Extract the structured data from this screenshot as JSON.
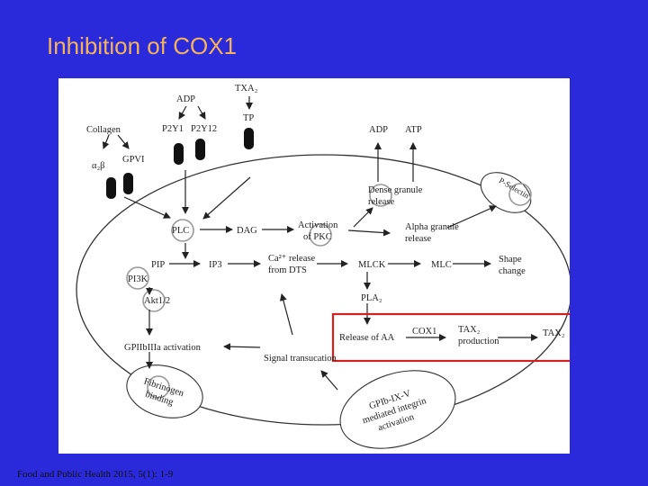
{
  "slide": {
    "title": "Inhibition of COX1",
    "citation": "Food and Public Health 2015, 5(1): 1-9"
  },
  "diagram": {
    "nodes": {
      "adp_top": "ADP",
      "txa2": "TXA₂",
      "collagen": "Collagen",
      "p2y1": "P2Y1",
      "p2y12": "P2Y12",
      "tp": "TP",
      "a2b": "α₂β",
      "gpvi": "GPVI",
      "adp_right": "ADP",
      "atp": "ATP",
      "dense_granule_1": "Dense granule",
      "dense_granule_2": "release",
      "p_selectin": "P-Selectin",
      "plc": "PLC",
      "dag": "DAG",
      "activation_pkc_1": "Activation",
      "activation_pkc_2": "of PKC",
      "alpha_granule_1": "Alpha granule",
      "alpha_granule_2": "release",
      "pip": "PIP",
      "ip3": "IP3",
      "ca_release_1": "Ca²⁺ release",
      "ca_release_2": "from DTS",
      "mlck": "MLCK",
      "mlc": "MLC",
      "shape_change_1": "Shape",
      "shape_change_2": "change",
      "pi3k": "PI3K",
      "pla2": "PLA₂",
      "akt": "Akt1/2",
      "release_aa": "Release of AA",
      "cox1": "COX1",
      "tax2_production_1": "TAX₂",
      "tax2_production_2": "production",
      "tax2": "TAX₂",
      "gpiib": "GPIIbIIIa activation",
      "signal": "Signal transucation",
      "fibrinogen_1": "Fibrinogen",
      "fibrinogen_2": "binding",
      "gpib_1": "GPIb-IX-V",
      "gpib_2": "mediated integrin",
      "gpib_3": "activation"
    },
    "highlight_color": "#d62020"
  }
}
